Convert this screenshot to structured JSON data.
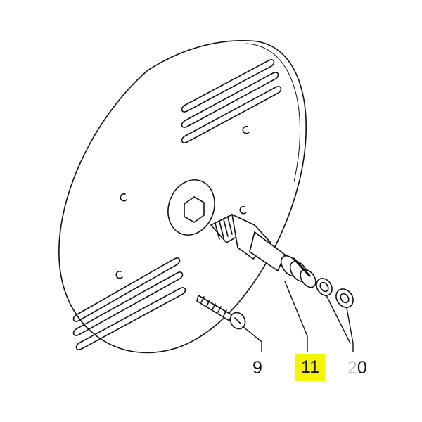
{
  "diagram": {
    "callouts": [
      {
        "id": "9",
        "label": "9",
        "part": "screw"
      },
      {
        "id": "11",
        "label": "11",
        "part": "valve-stem",
        "highlighted": true
      },
      {
        "id": "20",
        "label": "20",
        "part": "washers"
      }
    ],
    "highlight_color": "#f5f500",
    "line_color": "#111111"
  }
}
